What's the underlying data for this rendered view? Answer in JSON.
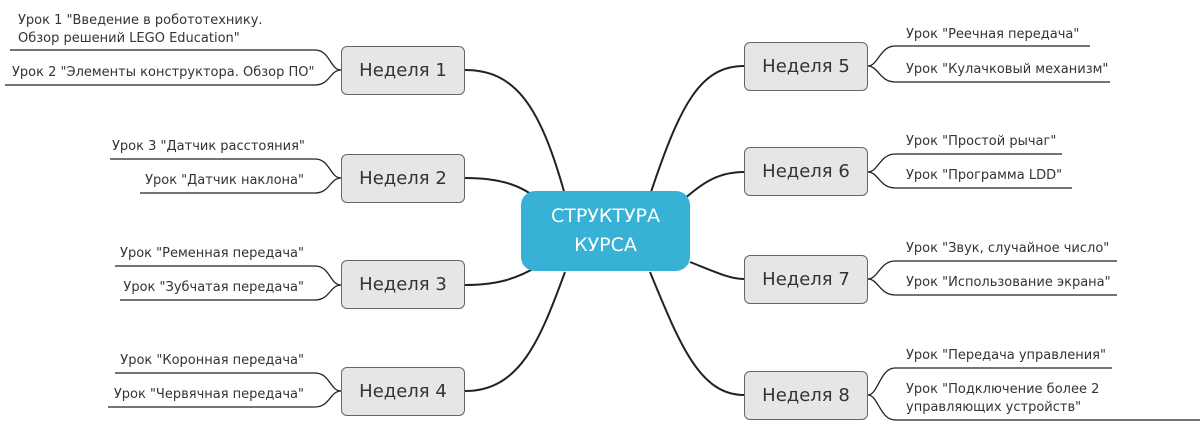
{
  "root": {
    "line1": "СТРУКТУРА",
    "line2": "КУРСА"
  },
  "colors": {
    "root_fill": "#37b2d6",
    "node_fill": "#e6e6e6",
    "node_border": "#666666",
    "line": "#222222"
  },
  "weeks": [
    {
      "label": "Неделя 1",
      "lessons": [
        "Урок 1 \"Введение в робототехнику. Обзор решений  LEGO Education\"",
        "Урок 2 \"Элементы конструктора. Обзор ПО\""
      ]
    },
    {
      "label": "Неделя 2",
      "lessons": [
        "Урок 3 \"Датчик расстояния\"",
        "Урок \"Датчик наклона\""
      ]
    },
    {
      "label": "Неделя 3",
      "lessons": [
        "Урок \"Ременная передача\"",
        "Урок \"Зубчатая передача\""
      ]
    },
    {
      "label": "Неделя 4",
      "lessons": [
        "Урок \"Коронная передача\"",
        "Урок \"Червячная передача\""
      ]
    },
    {
      "label": "Неделя 5",
      "lessons": [
        "Урок \"Реечная передача\"",
        "Урок \"Кулачковый механизм\""
      ]
    },
    {
      "label": "Неделя 6",
      "lessons": [
        "Урок \"Простой рычаг\"",
        "Урок \"Программа LDD\""
      ]
    },
    {
      "label": "Неделя 7",
      "lessons": [
        "Урок \"Звук, случайное число\"",
        "Урок \"Использование экрана\""
      ]
    },
    {
      "label": "Неделя 8",
      "lessons": [
        "Урок \"Передача управления\"",
        "Урок \"Подключение более 2 управляющих устройств\""
      ]
    }
  ]
}
